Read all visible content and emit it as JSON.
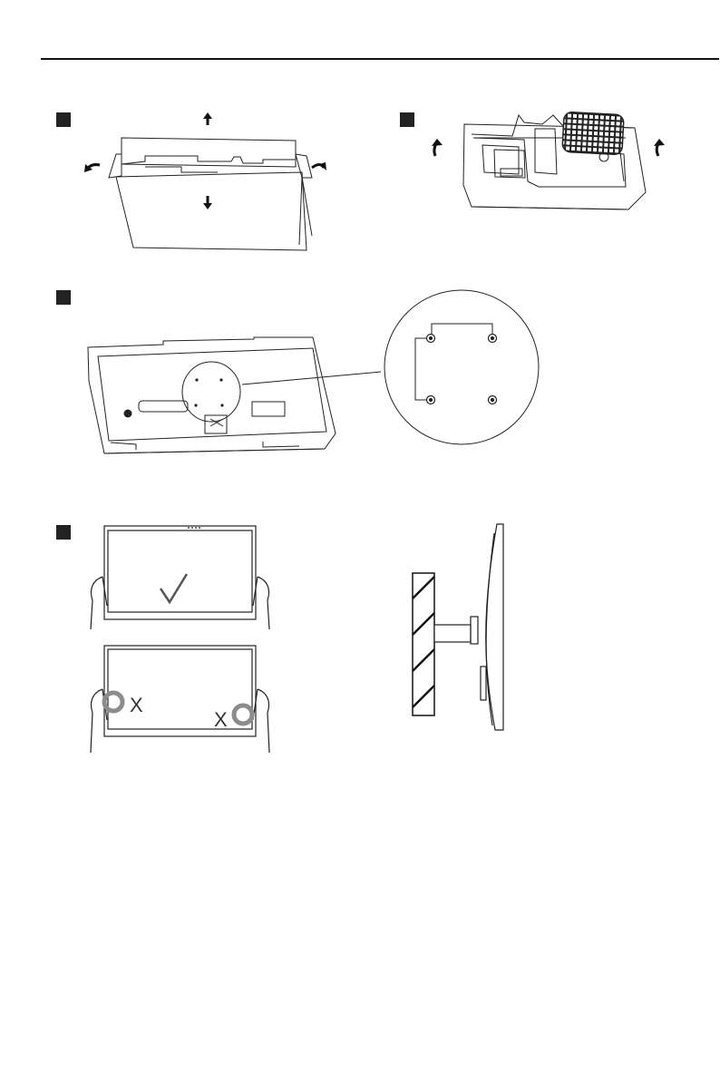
{
  "colors": {
    "line": "#222222",
    "marker": "#222222",
    "hatch": "#111111",
    "ring": "#8c8c8c",
    "check": "#555555"
  },
  "icons": [
    "up-arrow-icon",
    "down-arrow-icon",
    "curved-arrow-icon",
    "checkmark-icon",
    "wrong-grip-marker"
  ],
  "steps": [
    {
      "id": "open-box"
    },
    {
      "id": "lift-foam"
    },
    {
      "id": "rear-panel-vesa"
    },
    {
      "id": "handle-panel"
    }
  ],
  "handling": {
    "wrong_left": "X",
    "wrong_right": "X"
  }
}
